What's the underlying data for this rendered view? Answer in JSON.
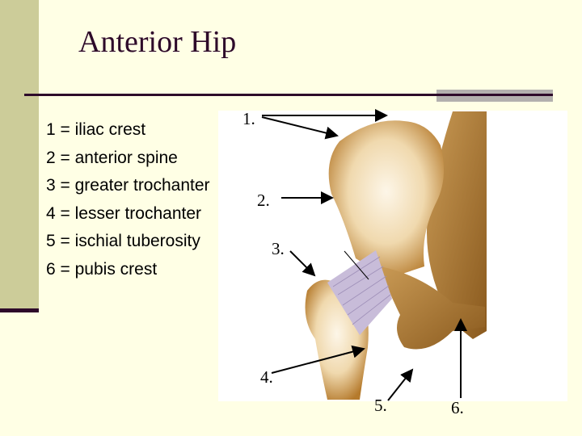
{
  "slide": {
    "title": "Anterior Hip",
    "colors": {
      "background": "#FFFFE5",
      "sidebar": "#CCCC99",
      "accent": "#2E0A2A",
      "rule_gray": "#B3B0AE"
    }
  },
  "legend": [
    {
      "text": "1 = iliac crest"
    },
    {
      "text": "2 = anterior spine"
    },
    {
      "text": "3 = greater trochanter"
    },
    {
      "text": "4 = lesser trochanter"
    },
    {
      "text": "5 = ischial tuberosity"
    },
    {
      "text": "6 = pubis crest"
    }
  ],
  "figure": {
    "description": "anterior view of hip bones with iliofemoral ligament",
    "labels": [
      "1.",
      "2.",
      "3.",
      "4.",
      "5.",
      "6."
    ]
  }
}
